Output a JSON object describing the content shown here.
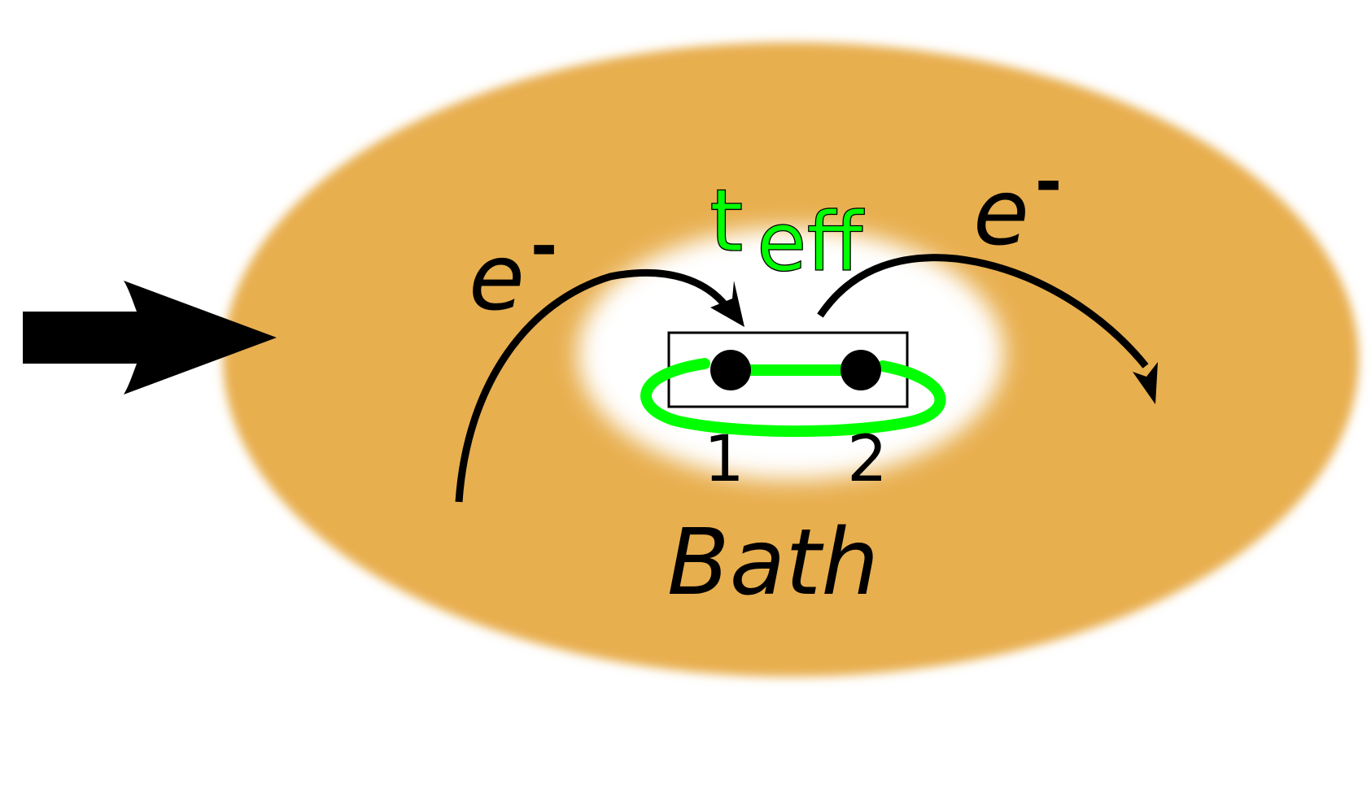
{
  "labels": {
    "electron_left_base": "e",
    "electron_left_sup": "-",
    "electron_right_base": "e",
    "electron_right_sup": "-",
    "coupling_t": "t",
    "coupling_sub": "eff",
    "site_1": "1",
    "site_2": "2",
    "bath": "Bath"
  },
  "colors": {
    "bath": "#e8af4f",
    "highlight": "#00ff00",
    "ink": "#000000",
    "background": "#ffffff"
  }
}
